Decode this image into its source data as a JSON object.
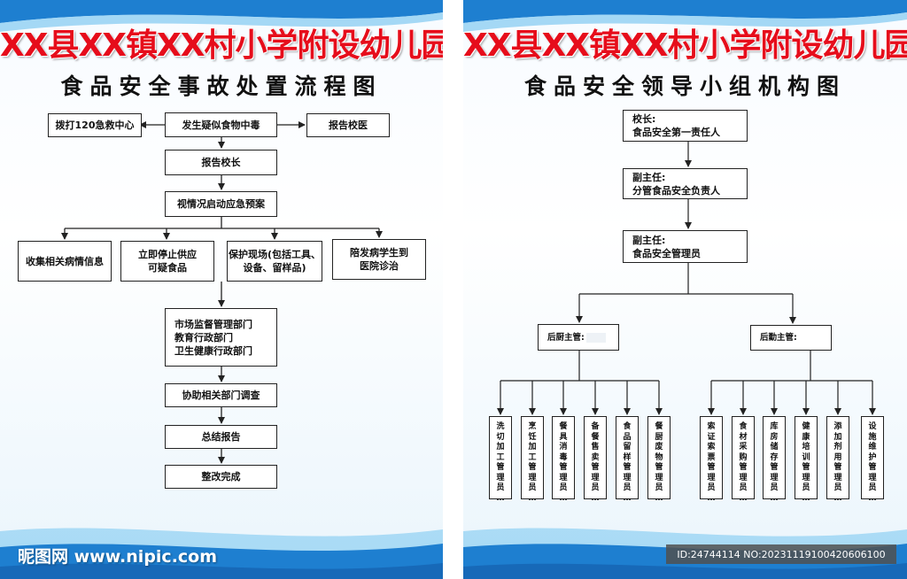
{
  "left_panel": {
    "title": "XX县XX镇XX村小学附设幼儿园",
    "subtitle": "食品安全事故处置流程图",
    "nodes": {
      "call120": "拨打120急救中心",
      "suspected": "发生疑似食物中毒",
      "report_doctor": "报告校医",
      "report_principal": "报告校长",
      "start_plan": "视情况启动应急预案",
      "collect_info": "收集相关病情信息",
      "stop_supply": "立即停止供应\n可疑食品",
      "protect_scene": "保护现场(包括工具、\n设备、留样品)",
      "accompany": "陪发病学生到\n医院诊治",
      "departments": "市场监督管理部门\n教育行政部门\n卫生健康行政部门",
      "assist": "协助相关部门调查",
      "summary": "总结报告",
      "rectify": "整改完成"
    }
  },
  "right_panel": {
    "title": "XX县XX镇XX村小学附设幼儿园",
    "subtitle": "食品安全领导小组机构图",
    "principal": "校长:\n食品安全第一责任人",
    "vice1": "副主任:\n分管食品安全负责人",
    "vice2": "副主任:\n食品安全管理员",
    "kitchen_head": "后厨主管:",
    "logistics_head": "后勤主管:",
    "kitchen_staff": [
      "洗切加工管理员",
      "烹饪加工管理员",
      "餐具消毒管理员",
      "备餐售卖管理员",
      "食品留样管理员",
      "餐厨废物管理员"
    ],
    "logistics_staff": [
      "索证索票管理员",
      "食材采购管理员",
      "库房储存管理员",
      "健康培训管理员",
      "添加剂用管理员",
      "设施维护管理员"
    ]
  },
  "watermark": "昵图网 www.nipic.com",
  "image_id": "ID:24744114 NO:20231119100420606100",
  "colors": {
    "title_red": "#e60d1b",
    "wave_blue": "#1e7fd0",
    "light_blue": "#8fd0f2"
  }
}
